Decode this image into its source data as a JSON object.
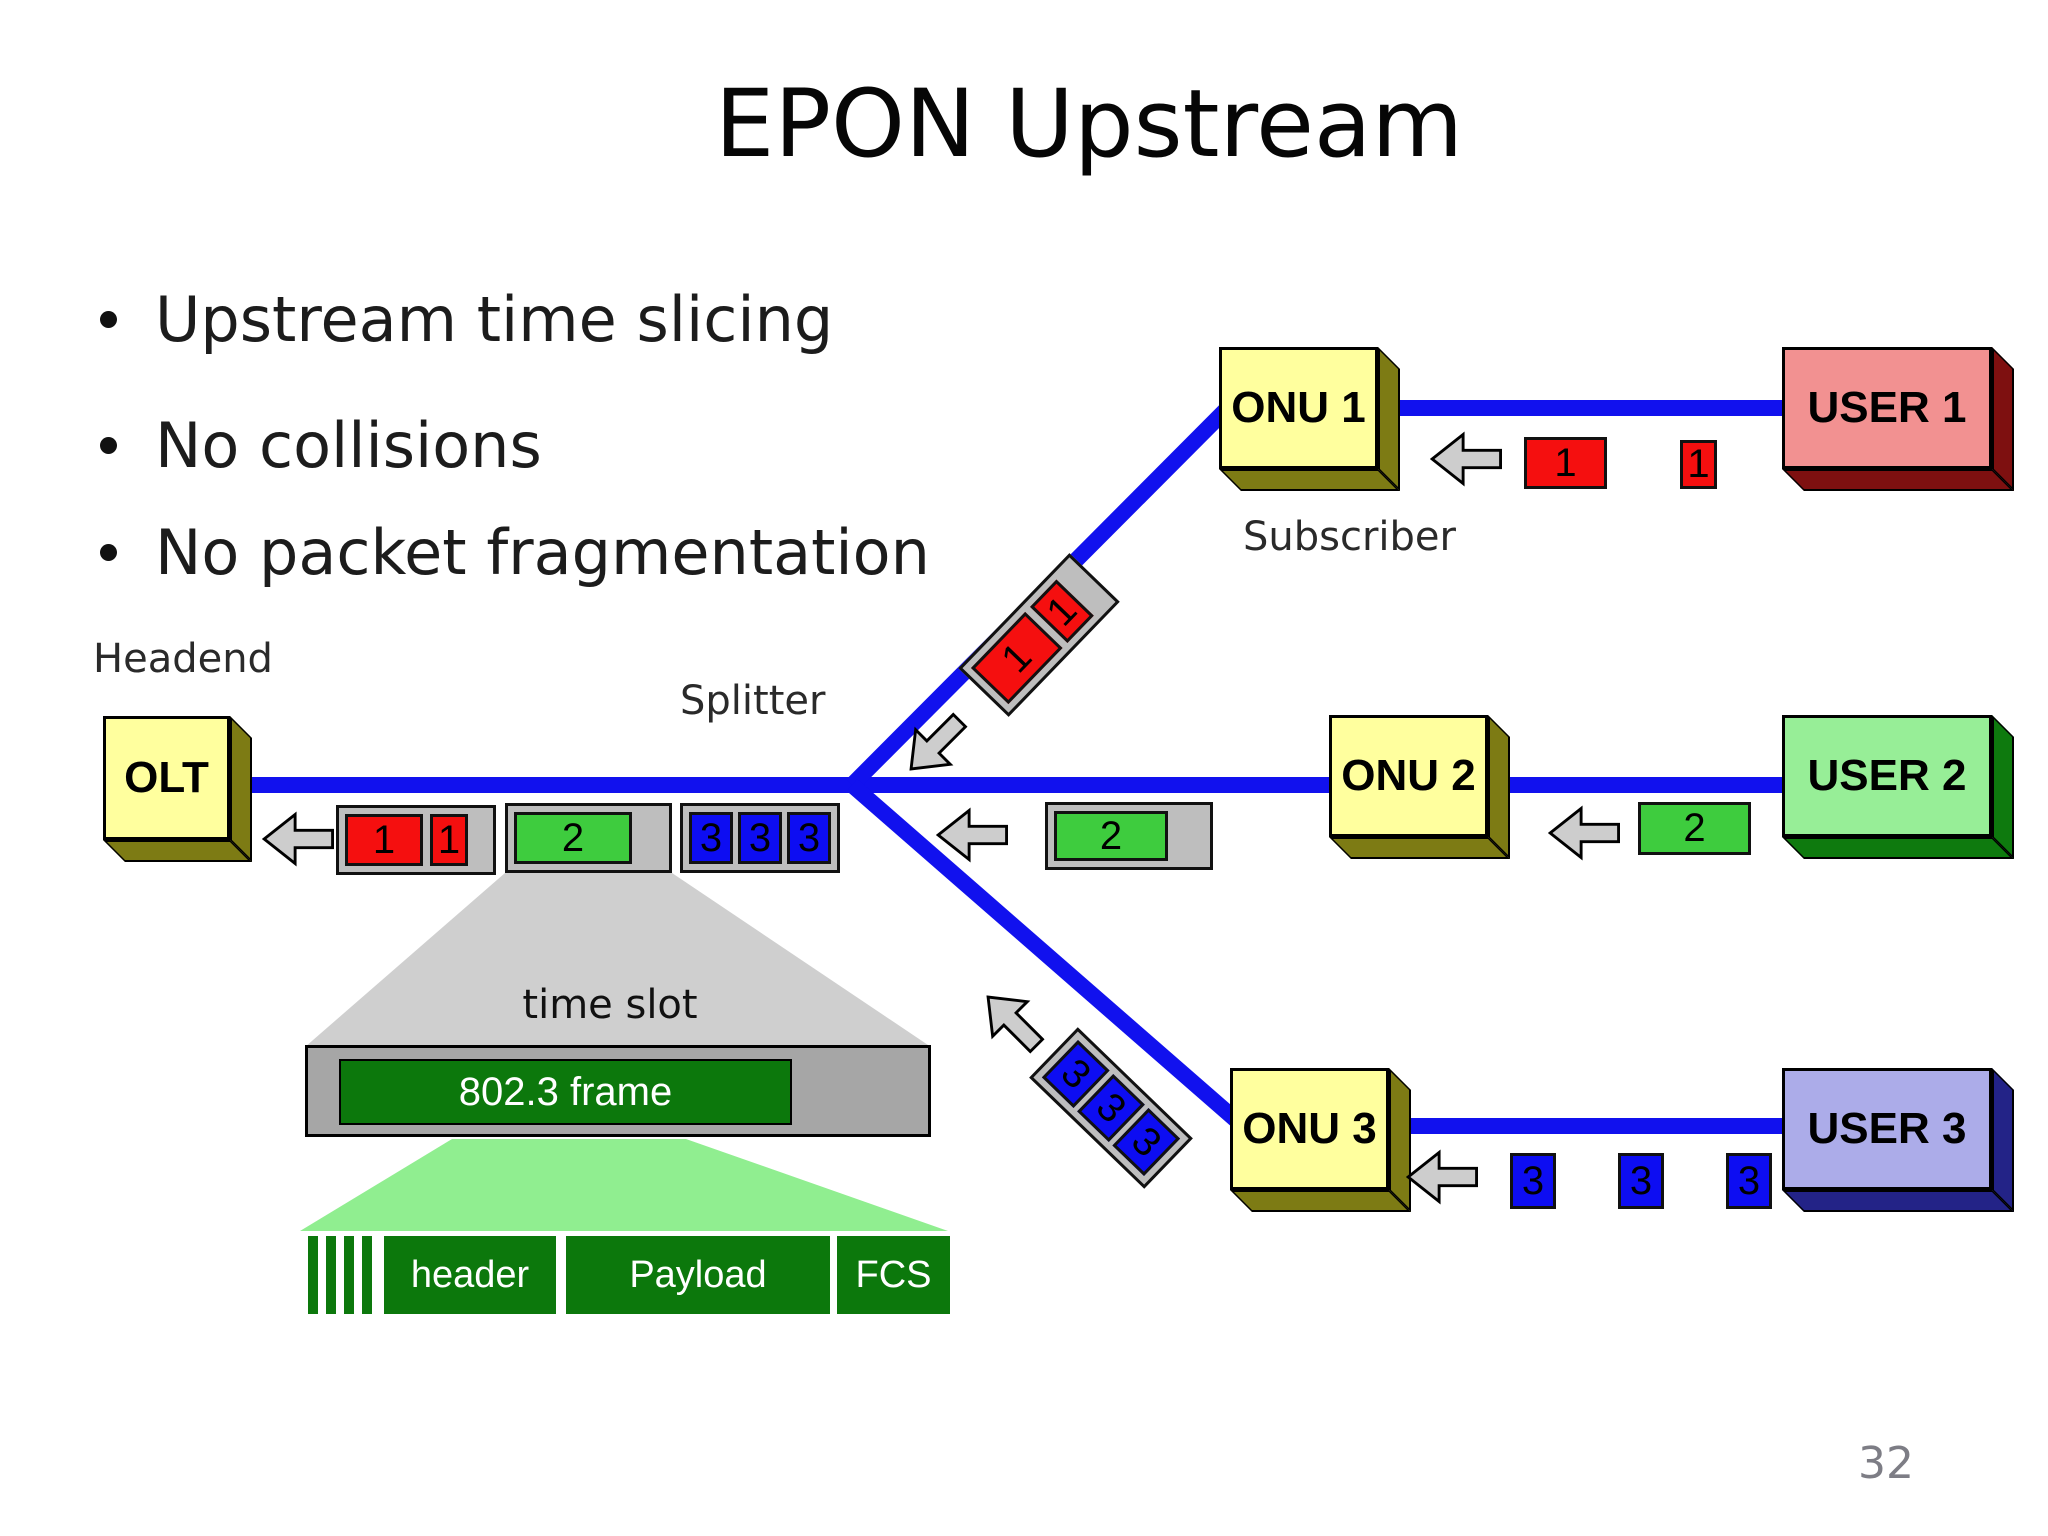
{
  "slide": {
    "title": "EPON Upstream",
    "bullets": [
      "Upstream time slicing",
      "No collisions",
      "No packet fragmentation"
    ],
    "page_number": "32"
  },
  "labels": {
    "headend": "Headend",
    "splitter": "Splitter",
    "subscriber": "Subscriber",
    "time_slot": "time slot"
  },
  "nodes": {
    "olt": "OLT",
    "onu1": "ONU 1",
    "onu2": "ONU 2",
    "onu3": "ONU 3",
    "user1": "USER 1",
    "user2": "USER 2",
    "user3": "USER 3"
  },
  "packets": {
    "olt_queue_user1": [
      "1",
      "1"
    ],
    "olt_queue_user2": [
      "2"
    ],
    "olt_queue_user3": [
      "3",
      "3",
      "3"
    ],
    "onu1_branch": [
      "1",
      "1"
    ],
    "onu3_branch": [
      "3",
      "3",
      "3"
    ],
    "user1_link": [
      "1",
      "1"
    ],
    "user2_link": [
      "2"
    ],
    "user3_link": [
      "3",
      "3",
      "3"
    ]
  },
  "frame_detail": {
    "frame_label": "802.3 frame",
    "fields": [
      "header",
      "Payload",
      "FCS"
    ]
  },
  "colors": {
    "fiber_blue": "#1111ee",
    "node_yellow": "#ffff9e",
    "node_yellow_shadow": "#7d7b14",
    "user1_pink": "#f29191",
    "user1_shadow": "#7e1010",
    "user2_green": "#97ee97",
    "user2_shadow": "#0e7a0e",
    "user3_lavender": "#acace9",
    "user3_shadow": "#232387",
    "packet_red": "#f50f0f",
    "packet_green": "#3ecc3e",
    "packet_blue": "#0d0df2",
    "slot_gray": "#bebebe",
    "arrow_gray": "#cdcdcd",
    "frame_dark_green": "#0c780c",
    "expansion_gray": "#cfcfcf",
    "expansion_light_green": "#90ee90"
  }
}
